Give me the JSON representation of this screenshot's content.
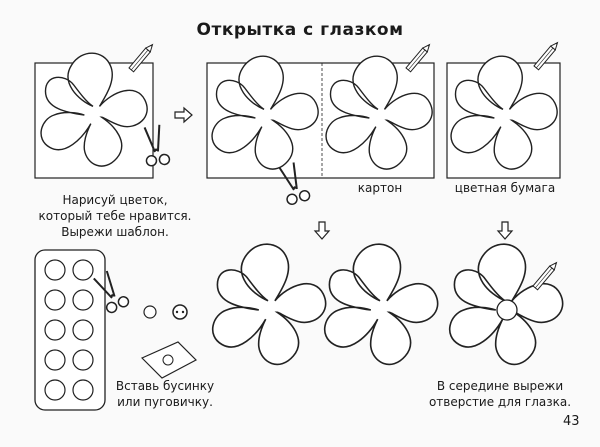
{
  "page": {
    "title": "Открытка с глазком",
    "step1_text": [
      "Нарисуй цветок,",
      "который тебе нравится.",
      "Вырежи шаблон."
    ],
    "label_cardboard": "картон",
    "label_colored_paper": "цветная бумага",
    "step_bead_text": [
      "Вставь бусинку",
      "или пуговичку."
    ],
    "step_hole_text": [
      "В середине вырежи",
      "отверстие для глазка."
    ],
    "page_number": "43"
  },
  "icons": [
    "pencil-icon",
    "scissors-icon",
    "arrow-right-icon",
    "arrow-down-icon",
    "bead-icon",
    "button-icon"
  ]
}
